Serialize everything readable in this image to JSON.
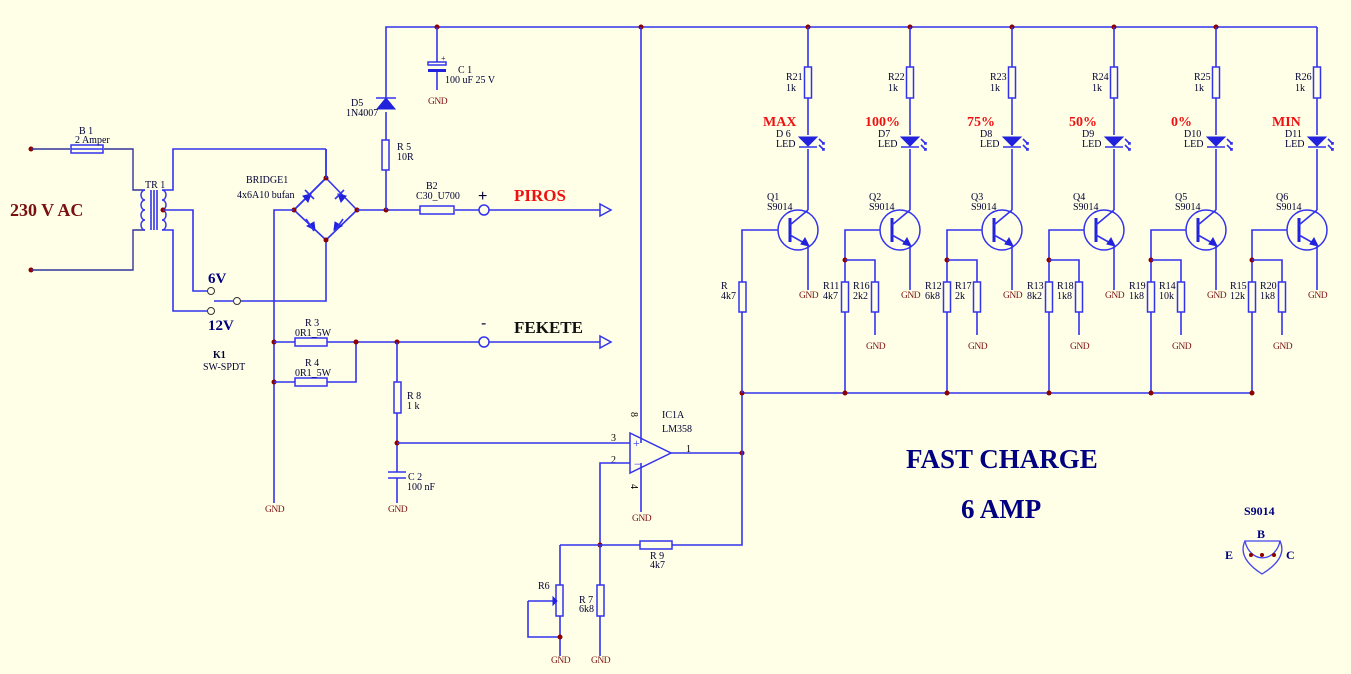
{
  "title": {
    "line1": "FAST  CHARGE",
    "line2": "6 AMP"
  },
  "input": {
    "label": "230 V AC"
  },
  "outputs": {
    "positive": {
      "symbol": "+",
      "label": "PIROS"
    },
    "negative": {
      "symbol": "-",
      "label": "FEKETE"
    }
  },
  "switch": {
    "ref": "K1",
    "type": "SW-SPDT",
    "pos1": "6V",
    "pos2": "12V"
  },
  "components": {
    "B1": {
      "ref": "B 1",
      "value": "2 Amper"
    },
    "TR1": {
      "ref": "TR 1"
    },
    "BRIDGE1": {
      "ref": "BRIDGE1",
      "value": "4x6A10 bufan"
    },
    "D5": {
      "ref": "D5",
      "value": "1N4007"
    },
    "C1": {
      "ref": "C 1",
      "value": "100 uF 25 V"
    },
    "R5": {
      "ref": "R 5",
      "value": "10R"
    },
    "B2": {
      "ref": "B2",
      "value": "C30_U700"
    },
    "R3": {
      "ref": "R 3",
      "value": "0R1_5W"
    },
    "R4": {
      "ref": "R 4",
      "value": "0R1_5W"
    },
    "R8": {
      "ref": "R 8",
      "value": "1 k"
    },
    "C2": {
      "ref": "C 2",
      "value": "100 nF"
    },
    "IC1A": {
      "ref": "IC1A",
      "value": "LM358",
      "pins": {
        "vplus": "8",
        "inp": "3",
        "inn": "2",
        "out": "1",
        "vminus": "4"
      }
    },
    "R6": {
      "ref": "R6"
    },
    "R7": {
      "ref": "R 7",
      "value": "6k8"
    },
    "R9": {
      "ref": "R 9",
      "value": "4k7"
    },
    "R": {
      "ref": "R",
      "value": "4k7"
    }
  },
  "gnd_label": "GND",
  "stages": [
    {
      "indicator": "MAX",
      "r_led": {
        "ref": "R21",
        "value": "1k"
      },
      "led": {
        "ref": "D 6",
        "value": "LED"
      },
      "q": {
        "ref": "Q1",
        "value": "S9014"
      },
      "r_top": null,
      "r_bot": null
    },
    {
      "indicator": "100%",
      "r_led": {
        "ref": "R22",
        "value": "1k"
      },
      "led": {
        "ref": "D7",
        "value": "LED"
      },
      "q": {
        "ref": "Q2",
        "value": "S9014"
      },
      "r_top": {
        "ref": "R11",
        "value": "4k7"
      },
      "r_bot": {
        "ref": "R16",
        "value": "2k2"
      }
    },
    {
      "indicator": "75%",
      "r_led": {
        "ref": "R23",
        "value": "1k"
      },
      "led": {
        "ref": "D8",
        "value": "LED"
      },
      "q": {
        "ref": "Q3",
        "value": "S9014"
      },
      "r_top": {
        "ref": "R12",
        "value": "6k8"
      },
      "r_bot": {
        "ref": "R17",
        "value": "2k"
      }
    },
    {
      "indicator": "50%",
      "r_led": {
        "ref": "R24",
        "value": "1k"
      },
      "led": {
        "ref": "D9",
        "value": "LED"
      },
      "q": {
        "ref": "Q4",
        "value": "S9014"
      },
      "r_top": {
        "ref": "R13",
        "value": "8k2"
      },
      "r_bot": {
        "ref": "R18",
        "value": "1k8"
      }
    },
    {
      "indicator": "0%",
      "r_led": {
        "ref": "R25",
        "value": "1k"
      },
      "led": {
        "ref": "D10",
        "value": "LED"
      },
      "q": {
        "ref": "Q5",
        "value": "S9014"
      },
      "r_top": {
        "ref": "R19",
        "value": "1k8"
      },
      "r_bot": {
        "ref": "R14",
        "value": "10k"
      }
    },
    {
      "indicator": "MIN",
      "r_led": {
        "ref": "R26",
        "value": "1k"
      },
      "led": {
        "ref": "D11",
        "value": "LED"
      },
      "q": {
        "ref": "Q6",
        "value": "S9014"
      },
      "r_top": {
        "ref": "R15",
        "value": "12k"
      },
      "r_bot": {
        "ref": "R20",
        "value": "1k8"
      }
    }
  ],
  "pinout": {
    "part": "S9014",
    "b": "B",
    "e": "E",
    "c": "C"
  }
}
